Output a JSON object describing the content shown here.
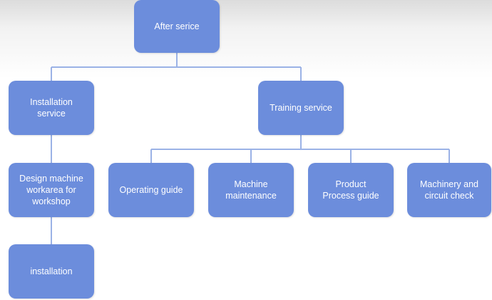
{
  "diagram": {
    "colors": {
      "node_fill": "#6c8ddc",
      "node_text": "#ffffff",
      "connector": "#9bb2e6"
    },
    "nodes": {
      "after_service": {
        "lines": [
          "After serice"
        ]
      },
      "installation_service": {
        "lines": [
          "Installation",
          "service"
        ]
      },
      "training_service": {
        "lines": [
          "Training service"
        ]
      },
      "design_machine_workarea": {
        "lines": [
          "Design machine",
          "workarea for",
          "workshop"
        ]
      },
      "installation": {
        "lines": [
          "installation"
        ]
      },
      "operating_guide": {
        "lines": [
          "Operating guide"
        ]
      },
      "machine_maintenance": {
        "lines": [
          "Machine",
          "maintenance"
        ]
      },
      "product_process_guide": {
        "lines": [
          "Product",
          "Process guide"
        ]
      },
      "machinery_circuit_check": {
        "lines": [
          "Machinery and",
          "circuit check"
        ]
      }
    },
    "edges": [
      [
        "after_service",
        "installation_service"
      ],
      [
        "after_service",
        "training_service"
      ],
      [
        "installation_service",
        "design_machine_workarea"
      ],
      [
        "design_machine_workarea",
        "installation"
      ],
      [
        "training_service",
        "operating_guide"
      ],
      [
        "training_service",
        "machine_maintenance"
      ],
      [
        "training_service",
        "product_process_guide"
      ],
      [
        "training_service",
        "machinery_circuit_check"
      ]
    ]
  }
}
